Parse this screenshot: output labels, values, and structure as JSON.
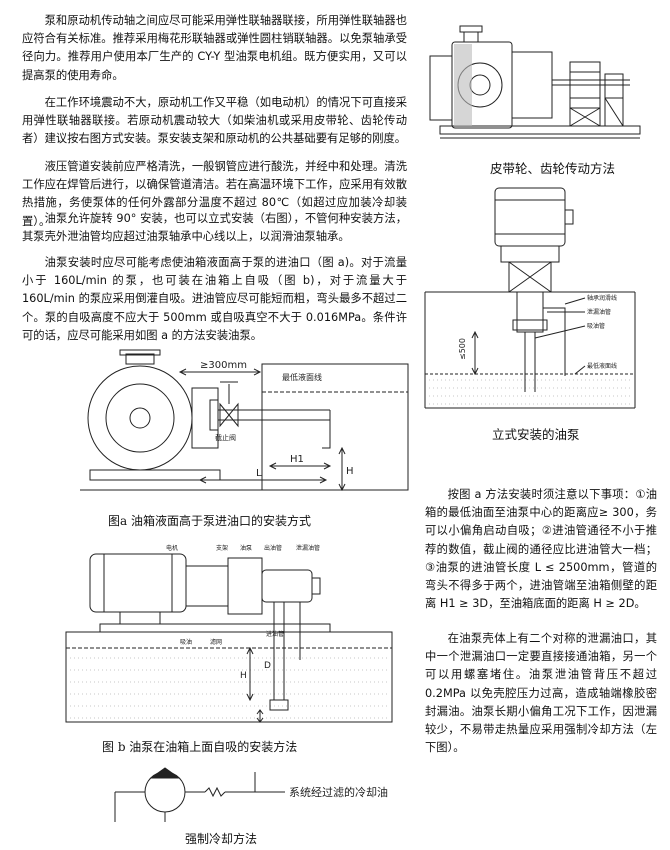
{
  "left_column": {
    "p1": "泵和原动机传动轴之间应尽可能采用弹性联轴器联接，所用弹性联轴器也应符合有关标准。推荐采用梅花形联轴器或弹性圆柱销联轴器。以免泵轴承受径向力。推荐用户使用本厂生产的 CY-Y 型油泵电机组。既方便实用，又可以提高泵的使用寿命。",
    "p2": "在工作环境震动不大，原动机工作又平稳（如电动机）的情况下可直接采用弹性联轴器联接。若原动机震动较大（如柴油机或采用皮带轮、齿轮传动者）建议按右图方式安装。泵安装支架和原动机的公共基础要有足够的刚度。",
    "p3": "液压管道安装前应严格清洗，一般钢管应进行酸洗，并经中和处理。清洗工作应在焊管后进行，以确保管道清洁。若在高温环境下工作，应采用有效散热措施，务使泵体的任何外露部分温度不超过 80℃（如超过应加装冷却装置）。",
    "p4": "油泵允许旋转 90° 安装，也可以立式安装（右图），不管何种安装方法，其泵壳外泄油管均应超过油泵轴承中心线以上，以润滑油泵轴承。",
    "p5": "油泵安装时应尽可能考虑使油箱液面高于泵的进油口（图 a)。对于流量小于 160L/min 的泵，也可装在油箱上自吸（图 b)，对于流量大于 160L/min 的泵应采用倒灌自吸。进油管应尽可能短而粗，弯头最多不超过二个。泵的自吸高度不应大于 500mm 或自吸真空不大于 0.016MPa。条件许可的话，应尽可能采用如图 a 的方法安装油泵。"
  },
  "right_column": {
    "p6": "按图 a 方法安装时须注意以下事项：①油箱的最低油面至油泵中心的距离应≥ 300，务可以小偏角启动自吸；②进油管通径不小于推荐的数值，截止阀的通径应比进油管大一档；③油泵的进油管长度 L ≤ 2500mm，管道的弯头不得多于两个，进油管端至油箱侧壁的距离 H1 ≥ 3D，至油箱底面的距离 H ≥ 2D。",
    "p7": "在油泵壳体上有二个对称的泄漏油口，其中一个泄漏油口一定要直接接通油箱，另一个可以用螺塞堵住。油泵泄油管背压不超过 0.2MPa 以免壳腔压力过高，造成轴端橡胶密封漏油。油泵长期小偏角工况下工作，因泄漏较少，不易带走热量应采用强制冷却方法（左下图）。"
  },
  "figures": {
    "belt_drive_caption": "皮带轮、齿轮传动方法",
    "vertical_caption": "立式安装的油泵",
    "vertical_labels": [
      "轴承润滑线",
      "泄漏油管",
      "吸油管",
      "最低液面线"
    ],
    "vertical_dim": "≤500",
    "fig_a_caption": "图a  油箱液面高于泵进油口的安装方式",
    "fig_a_dim": "≥300mm",
    "fig_a_labels": [
      "最低液面线",
      "截止阀",
      "H1",
      "L",
      "H"
    ],
    "fig_b_caption": "图 b  油泵在油箱上面自吸的安装方法",
    "fig_b_labels": [
      "电机",
      "支架",
      "油泵",
      "出油管",
      "泄漏油管",
      "进油管",
      "吸油",
      "滤网"
    ],
    "fig_b_dims": [
      "H",
      "D"
    ],
    "cooling_caption": "强制冷却方法",
    "cooling_label": "系统经过滤的冷却油"
  }
}
